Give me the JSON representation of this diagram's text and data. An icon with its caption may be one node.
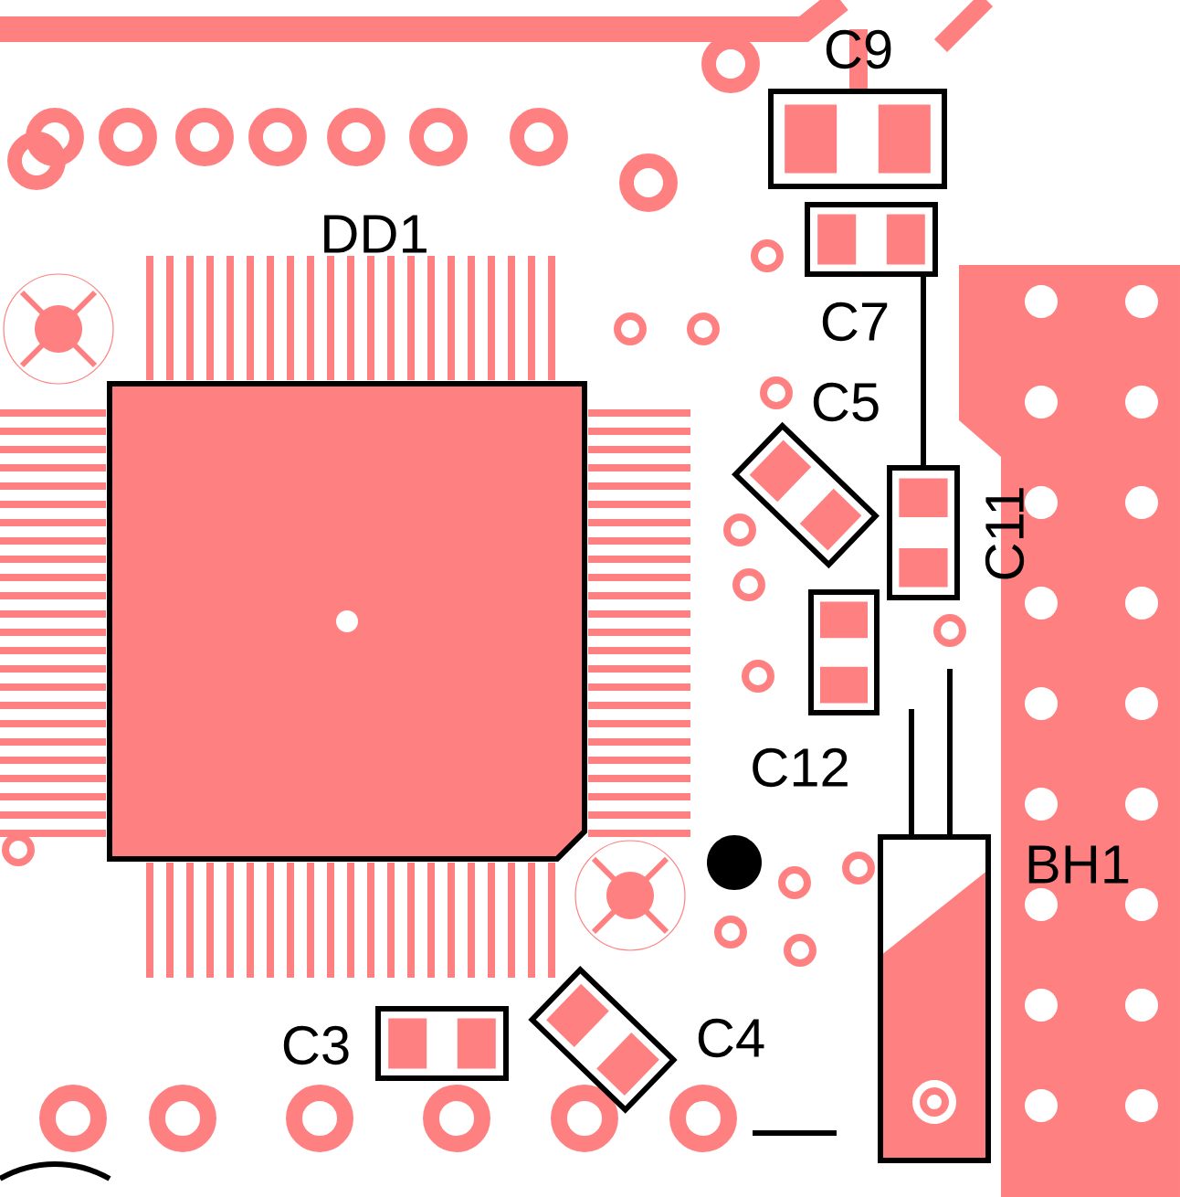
{
  "diagram": {
    "nodes": [
      {
        "text": [
          "C9"
        ]
      },
      {
        "text": [
          "C7"
        ]
      },
      {
        "text": [
          "DD1"
        ]
      },
      {
        "text": [
          "C5"
        ]
      },
      {
        "text": [
          "C11"
        ]
      },
      {
        "text": [
          "C12"
        ]
      },
      {
        "text": [
          "BH1"
        ]
      },
      {
        "text": [
          "C3"
        ]
      },
      {
        "text": [
          "C4"
        ]
      }
    ],
    "edges": [
      {
        "from": 1,
        "to": 4,
        "arrow": "none"
      }
    ]
  }
}
